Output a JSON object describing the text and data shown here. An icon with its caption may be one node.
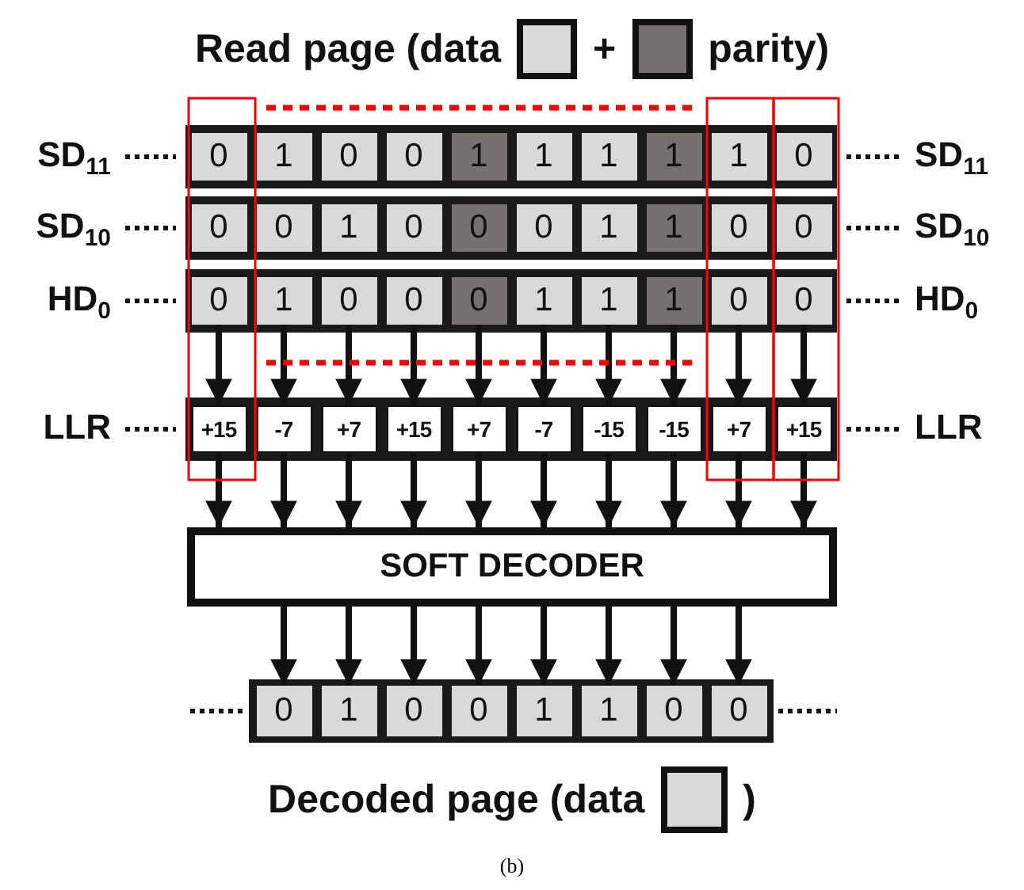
{
  "diagram": {
    "caption": "(b)",
    "nodes": [
      {
        "text": [
          "0"
        ]
      },
      {
        "text": [
          "1"
        ]
      },
      {
        "text": [
          "0"
        ]
      },
      {
        "text": [
          "0"
        ]
      },
      {
        "text": [
          "1"
        ]
      },
      {
        "text": [
          "1"
        ]
      },
      {
        "text": [
          "1"
        ]
      },
      {
        "text": [
          "1"
        ]
      },
      {
        "text": [
          "1"
        ]
      },
      {
        "text": [
          "0"
        ]
      },
      {
        "text": [
          "0"
        ]
      },
      {
        "text": [
          "0"
        ]
      },
      {
        "text": [
          "1"
        ]
      },
      {
        "text": [
          "0"
        ]
      },
      {
        "text": [
          "0"
        ]
      },
      {
        "text": [
          "0"
        ]
      },
      {
        "text": [
          "1"
        ]
      },
      {
        "text": [
          "1"
        ]
      },
      {
        "text": [
          "0"
        ]
      },
      {
        "text": [
          "0"
        ]
      },
      {
        "text": [
          "0"
        ]
      },
      {
        "text": [
          "1"
        ]
      },
      {
        "text": [
          "0"
        ]
      },
      {
        "text": [
          "0"
        ]
      },
      {
        "text": [
          "0"
        ]
      },
      {
        "text": [
          "1"
        ]
      },
      {
        "text": [
          "1"
        ]
      },
      {
        "text": [
          "1"
        ]
      },
      {
        "text": [
          "0"
        ]
      },
      {
        "text": [
          "0"
        ]
      },
      {
        "text": [
          "+15"
        ]
      },
      {
        "text": [
          "-7"
        ]
      },
      {
        "text": [
          "+7"
        ]
      },
      {
        "text": [
          "+15"
        ]
      },
      {
        "text": [
          "+7"
        ]
      },
      {
        "text": [
          "-7"
        ]
      },
      {
        "text": [
          "-15"
        ]
      },
      {
        "text": [
          "-15"
        ]
      },
      {
        "text": [
          "+7"
        ]
      },
      {
        "text": [
          "+15"
        ]
      },
      {
        "text": [
          "SOFT DECODER"
        ]
      },
      {
        "text": [
          "0"
        ]
      },
      {
        "text": [
          "1"
        ]
      },
      {
        "text": [
          "0"
        ]
      },
      {
        "text": [
          "0"
        ]
      },
      {
        "text": [
          "1"
        ]
      },
      {
        "text": [
          "1"
        ]
      },
      {
        "text": [
          "0"
        ]
      },
      {
        "text": [
          "0"
        ]
      }
    ],
    "edges": [
      {
        "from": 20,
        "to": 30,
        "arrow": "to"
      },
      {
        "from": 21,
        "to": 31,
        "arrow": "to"
      },
      {
        "from": 22,
        "to": 32,
        "arrow": "to"
      },
      {
        "from": 23,
        "to": 33,
        "arrow": "to"
      },
      {
        "from": 24,
        "to": 34,
        "arrow": "to"
      },
      {
        "from": 25,
        "to": 35,
        "arrow": "to"
      },
      {
        "from": 26,
        "to": 36,
        "arrow": "to"
      },
      {
        "from": 27,
        "to": 37,
        "arrow": "to"
      },
      {
        "from": 28,
        "to": 38,
        "arrow": "to"
      },
      {
        "from": 29,
        "to": 39,
        "arrow": "to"
      },
      {
        "from": 30,
        "to": 40,
        "arrow": "to"
      },
      {
        "from": 31,
        "to": 40,
        "arrow": "to"
      },
      {
        "from": 32,
        "to": 40,
        "arrow": "to"
      },
      {
        "from": 33,
        "to": 40,
        "arrow": "to"
      },
      {
        "from": 34,
        "to": 40,
        "arrow": "to"
      },
      {
        "from": 35,
        "to": 40,
        "arrow": "to"
      },
      {
        "from": 36,
        "to": 40,
        "arrow": "to"
      },
      {
        "from": 37,
        "to": 40,
        "arrow": "to"
      },
      {
        "from": 38,
        "to": 40,
        "arrow": "to"
      },
      {
        "from": 39,
        "to": 40,
        "arrow": "to"
      },
      {
        "from": 40,
        "to": 41,
        "arrow": "to"
      },
      {
        "from": 40,
        "to": 42,
        "arrow": "to"
      },
      {
        "from": 40,
        "to": 43,
        "arrow": "to"
      },
      {
        "from": 40,
        "to": 44,
        "arrow": "to"
      },
      {
        "from": 40,
        "to": 45,
        "arrow": "to"
      },
      {
        "from": 40,
        "to": 46,
        "arrow": "to"
      },
      {
        "from": 40,
        "to": 47,
        "arrow": "to"
      },
      {
        "from": 40,
        "to": 48,
        "arrow": "to"
      }
    ],
    "labels": [
      "+",
      "SD$_{11}$",
      "SD$_{11}$",
      "SD$_{10}$",
      "SD$_{10}$",
      "HD$_{0}$",
      "HD$_{0}$",
      "LLR",
      "LLR",
      ")"
    ],
    "legend": [
      {
        "text": "Read page (data",
        "color": "#d9d9d9"
      },
      {
        "text": "parity)",
        "color": "#767171"
      },
      {
        "text": "Decoded page (data",
        "color": "#d9d9d9"
      }
    ]
  }
}
